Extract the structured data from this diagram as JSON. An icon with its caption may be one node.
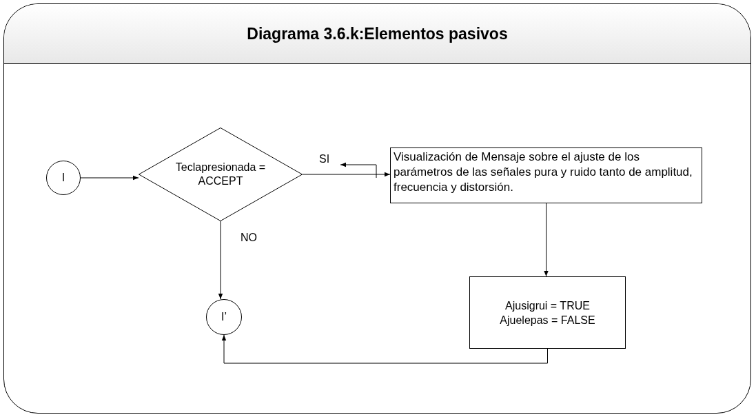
{
  "diagram": {
    "nodes": [
      {
        "text": [
          "Diagrama 3.6.k:Elementos pasivos"
        ]
      },
      {
        "text": [
          "I"
        ],
        "in": 0
      },
      {
        "text": [
          "Teclapresionada = ACCEPT"
        ],
        "in": 0
      },
      {
        "text": [
          "Visualización de Mensaje sobre el ajuste de los parámetros de las señales pura y ruido tanto de amplitud, frecuencia y distorsión."
        ],
        "in": 0
      },
      {
        "text": [
          "I’"
        ],
        "in": 0
      },
      {
        "text": [
          "Ajusigrui = TRUE",
          "Ajuelepas = FALSE"
        ],
        "in": 0
      }
    ],
    "edges": [
      {
        "from": 1,
        "to": 2,
        "arrow": "to"
      },
      {
        "from": 2,
        "to": 3,
        "arrow": "to",
        "label": "SI"
      },
      {
        "from": 2,
        "to": 4,
        "arrow": "to",
        "label": "NO"
      },
      {
        "from": 3,
        "to": 5,
        "arrow": "to"
      },
      {
        "from": 5,
        "to": 4,
        "arrow": "to"
      }
    ]
  }
}
